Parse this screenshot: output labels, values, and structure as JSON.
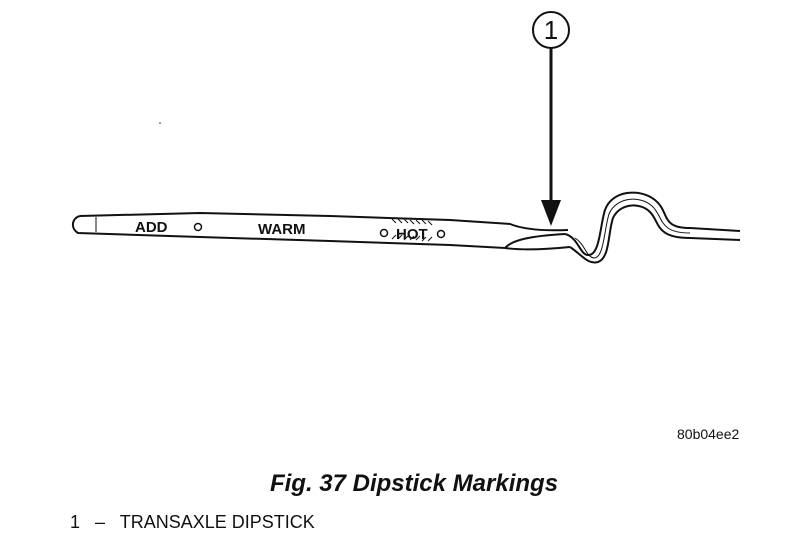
{
  "diagram": {
    "callout_number": "1",
    "markings": {
      "add": "ADD",
      "warm": "WARM",
      "hot": "HOT"
    },
    "image_code": "80b04ee2"
  },
  "caption": "Fig. 37 Dipstick Markings",
  "legend": [
    {
      "number": "1",
      "separator": "–",
      "label": "TRANSAXLE DIPSTICK"
    }
  ]
}
